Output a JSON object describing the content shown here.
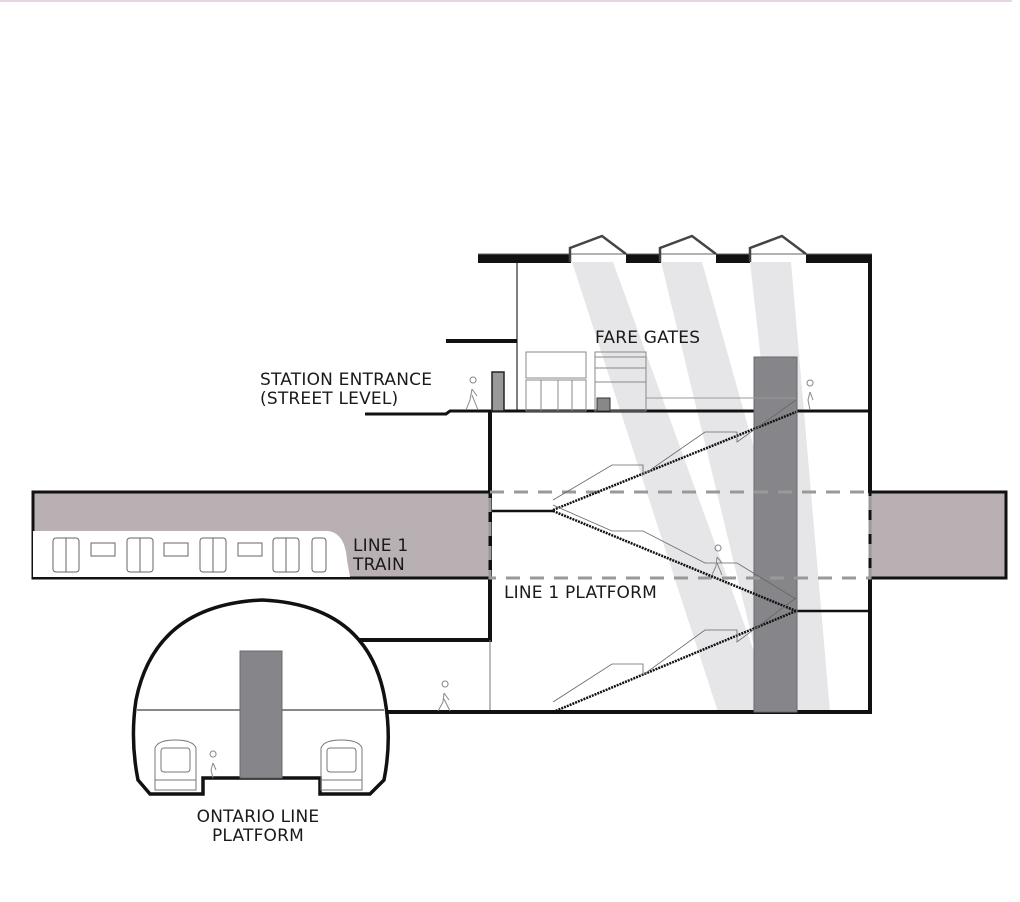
{
  "diagram": {
    "type": "station-cross-section",
    "labels": {
      "fare_gates": "FARE GATES",
      "station_entrance_line1": "STATION ENTRANCE",
      "station_entrance_line2": "(STREET LEVEL)",
      "line1_train_line1": "LINE 1",
      "line1_train_line2": "TRAIN",
      "line1_platform": "LINE 1 PLATFORM",
      "ontario_line_line1": "ONTARIO LINE",
      "ontario_line_line2": "PLATFORM"
    },
    "colors": {
      "structure": "#111111",
      "tunnel_fill": "#b8b0b2",
      "elevator_shaft": "#86868a",
      "light_beam": "#e4e4e6",
      "dashed_outline": "#999999",
      "thin_line": "#555555"
    },
    "icons": [
      "pedestrian-icon",
      "skylight-icon",
      "subway-car-front-icon"
    ]
  }
}
